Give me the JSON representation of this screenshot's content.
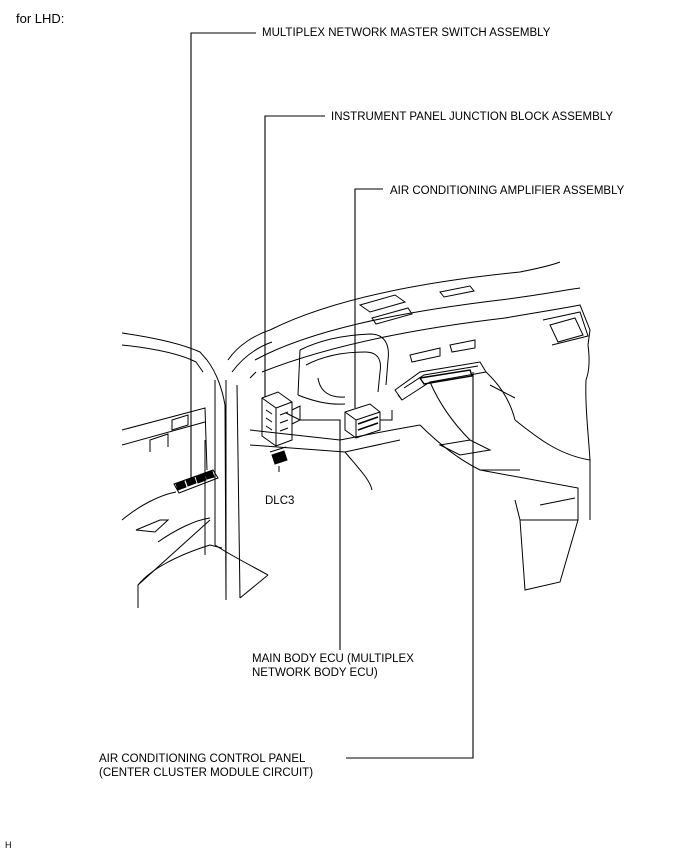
{
  "diagram": {
    "variant_label": "for LHD:",
    "labels": {
      "master_switch": "MULTIPLEX NETWORK MASTER SWITCH ASSEMBLY",
      "junction_block": "INSTRUMENT PANEL JUNCTION BLOCK ASSEMBLY",
      "ac_amplifier": "AIR CONDITIONING AMPLIFIER ASSEMBLY",
      "dlc3": "DLC3",
      "main_body_ecu_line1": "MAIN BODY ECU (MULTIPLEX",
      "main_body_ecu_line2": "NETWORK BODY ECU)",
      "ac_control_panel_line1": "AIR CONDITIONING CONTROL PANEL",
      "ac_control_panel_line2": "(CENTER CLUSTER MODULE CIRCUIT)"
    },
    "corner_mark": "H"
  }
}
